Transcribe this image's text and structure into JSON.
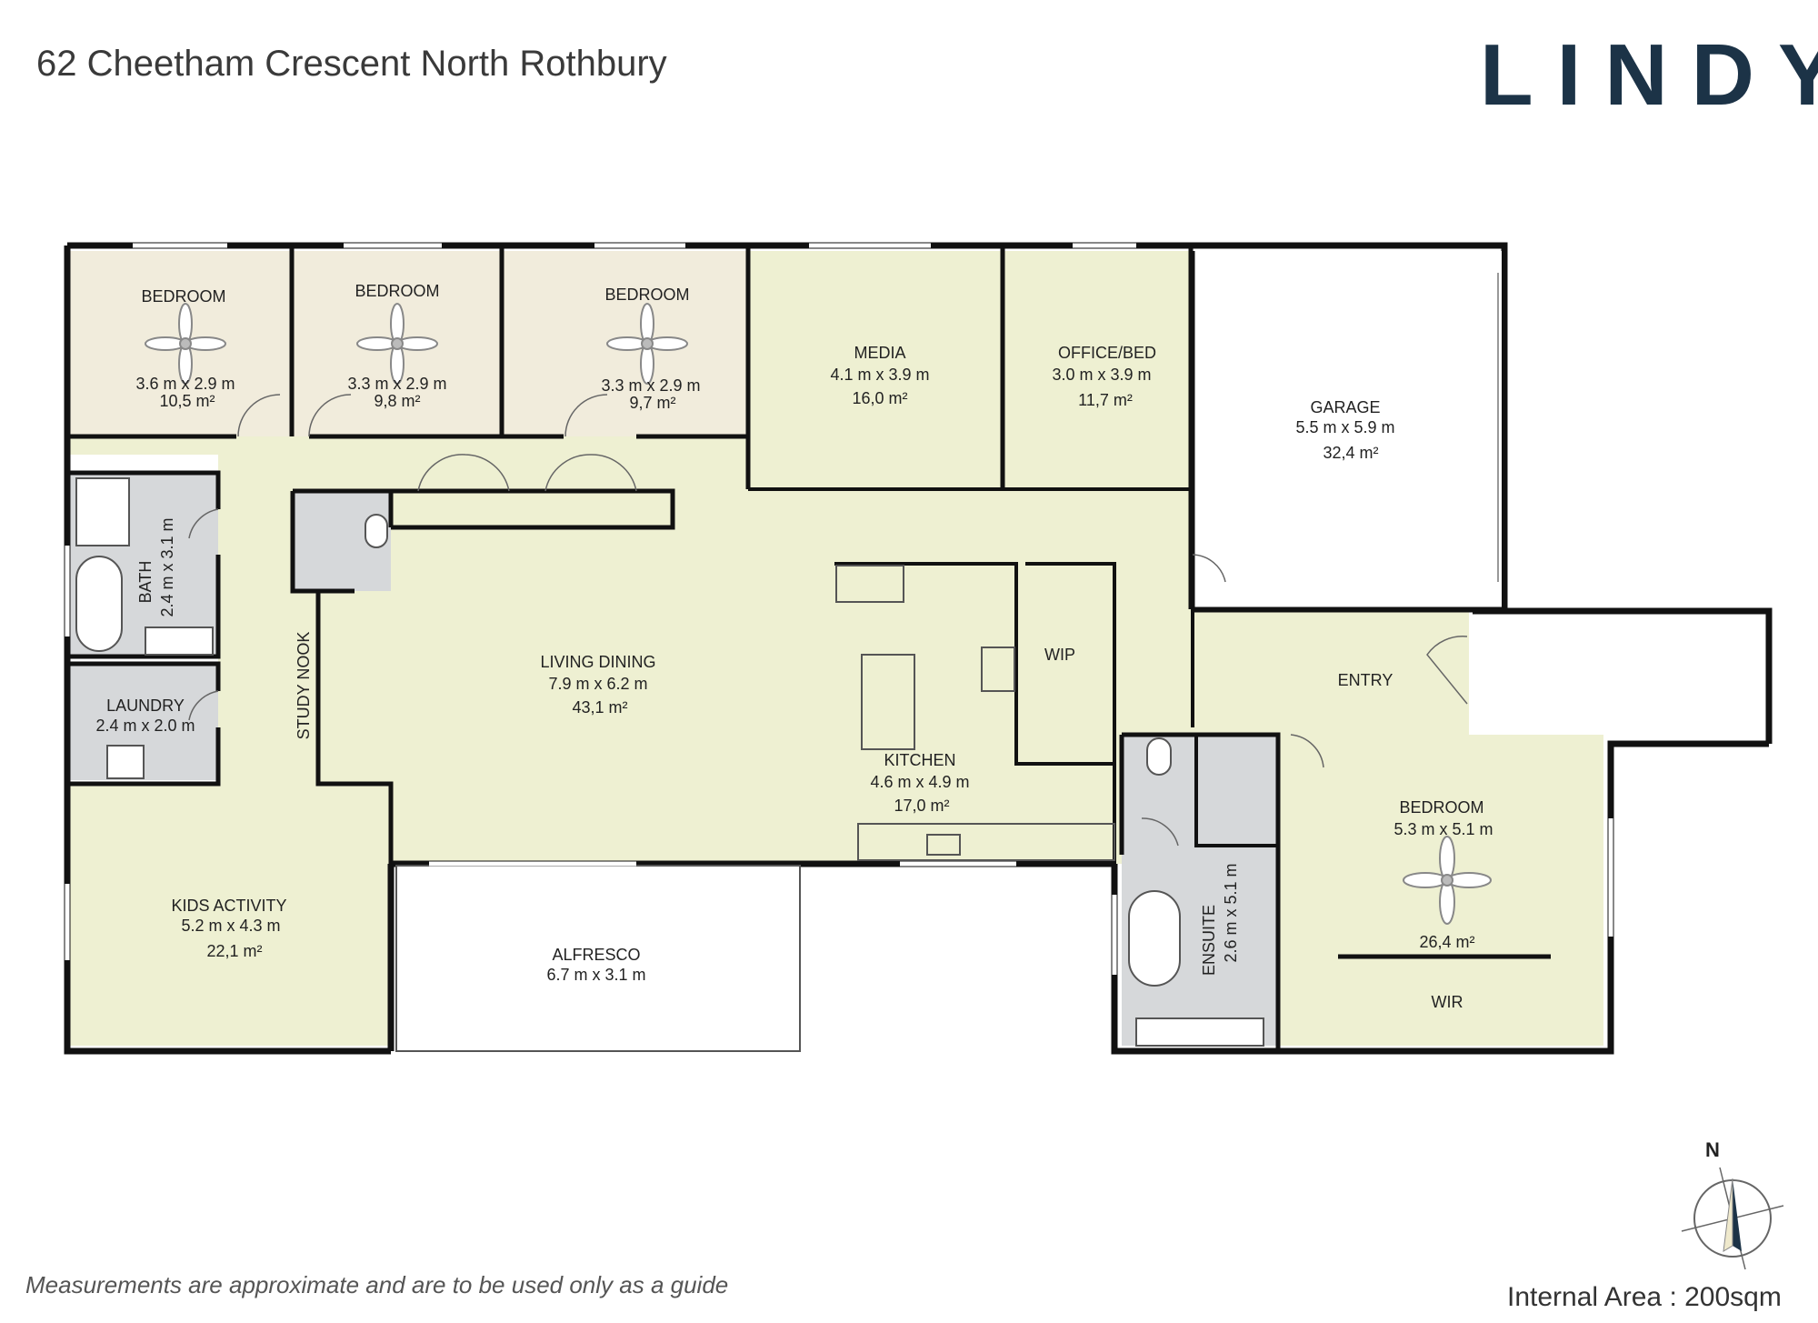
{
  "header": {
    "address": "62 Cheetham Crescent North Rothbury",
    "logo_text": "LINDY"
  },
  "footer": {
    "disclaimer": "Measurements are approximate and are to be used only as a guide",
    "internal_area": "Internal Area : 200sqm"
  },
  "compass": {
    "north_label": "N"
  },
  "colors": {
    "room_fill": "#eef0d2",
    "bedroom_fill": "#f1ecdc",
    "wet_area_fill": "#d6d8da",
    "outdoor_fill": "#ffffff",
    "wall": "#111111",
    "logo": "#1c3347"
  },
  "rooms": {
    "bedroom1": {
      "name": "BEDROOM",
      "dims": "3.6 m x 2.9 m",
      "area": "10,5 m²"
    },
    "bedroom2": {
      "name": "BEDROOM",
      "dims": "3.3 m x 2.9 m",
      "area": "9,8 m²"
    },
    "bedroom3": {
      "name": "BEDROOM",
      "dims": "3.3 m x 2.9 m",
      "area": "9,7 m²"
    },
    "media": {
      "name": "MEDIA",
      "dims": "4.1 m x 3.9 m",
      "area": "16,0 m²"
    },
    "office": {
      "name": "OFFICE/BED",
      "dims": "3.0 m x 3.9 m",
      "area": "11,7 m²"
    },
    "garage": {
      "name": "GARAGE",
      "dims": "5.5 m x 5.9 m",
      "area": "32,4 m²"
    },
    "bath": {
      "name": "BATH",
      "dims": "2.4 m x 3.1 m"
    },
    "laundry": {
      "name": "LAUNDRY",
      "dims": "2.4 m x 2.0 m"
    },
    "study": {
      "name": "STUDY NOOK"
    },
    "living": {
      "name": "LIVING DINING",
      "dims": "7.9 m x 6.2 m",
      "area": "43,1 m²"
    },
    "wip": {
      "name": "WIP"
    },
    "entry": {
      "name": "ENTRY"
    },
    "kitchen": {
      "name": "KITCHEN",
      "dims": "4.6 m x 4.9 m",
      "area": "17,0 m²"
    },
    "kids": {
      "name": "KIDS ACTIVITY",
      "dims": "5.2 m x 4.3 m",
      "area": "22,1 m²"
    },
    "alfresco": {
      "name": "ALFRESCO",
      "dims": "6.7 m x 3.1 m"
    },
    "ensuite": {
      "name": "ENSUITE",
      "dims": "2.6 m x 5.1 m"
    },
    "master": {
      "name": "BEDROOM",
      "dims": "5.3 m x 5.1 m",
      "area": "26,4 m²"
    },
    "wir": {
      "name": "WIR"
    }
  }
}
